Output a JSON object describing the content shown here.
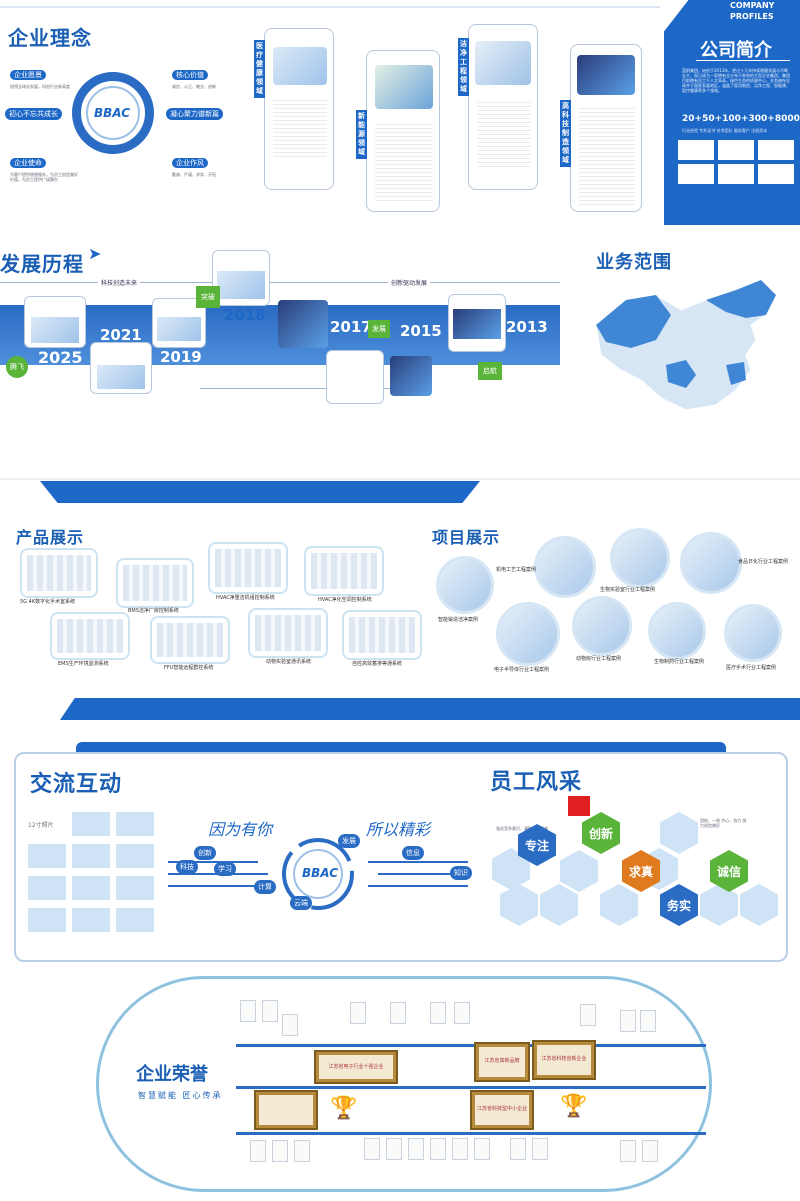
{
  "company": {
    "profile_en": "COMPANY PROFILES",
    "profile_title": "公司简介",
    "profile_text": "蓝帆集团，始创于2013年，经过十几年持续稳健发展与不断壮大，现已成为一家拥有全分布于各地的大型企业集团，集团目前拥有员工千人文革革，绿色生态的质量中心，业务遍布全球并于国家发展地区，涵盖了医用制造、洁净工程、智能建、医疗健康等多个领域。",
    "stats": [
      "20+",
      "50+",
      "100+",
      "300+",
      "8000+"
    ],
    "stat_labels": "行业经验  专利证书  技术团队  服务客户  注册资本"
  },
  "philosophy": {
    "title": "企业理念",
    "logo": "BBAC",
    "items": [
      {
        "title": "企业愿景",
        "text": "锐领全球化发展，科创行业新高度"
      },
      {
        "title": "核心价值",
        "text": "诚信、公正、敬业、创新"
      },
      {
        "title": "初心不忘共成长",
        "text": ""
      },
      {
        "title": "凝心聚力谱新篇",
        "text": ""
      },
      {
        "title": "企业使命",
        "text": "为客户提供便捷服务，为员工创造美好价值，为员工提供广阔舞台"
      },
      {
        "title": "企业作风",
        "text": "勤奋、严谨、求实、开拓"
      }
    ]
  },
  "domains": [
    {
      "tag": "医疗健康领域"
    },
    {
      "tag": "新能源领域"
    },
    {
      "tag": "洁净工程领域"
    },
    {
      "tag": "高科技制造领域"
    }
  ],
  "history": {
    "title": "发展历程",
    "label_future": "科技创造未来",
    "label_innovation": "创新驱动发展",
    "badges": [
      "腾飞",
      "突破",
      "发展",
      "启航"
    ],
    "years": [
      "2025",
      "2021",
      "2019",
      "2018",
      "2017",
      "2015",
      "2013"
    ]
  },
  "business": {
    "title": "业务范围"
  },
  "products": {
    "title": "产品展示",
    "items": [
      "5G 4K数字化手术室系统",
      "BMS洁净厂房控制系统",
      "HVAC净重洁机组控制系统",
      "HVAC净化空调控制系统",
      "EMS生产环境监测系统",
      "FFU智能远程群控系统",
      "动物实验室通讯系统",
      "自控高效蓄排等通系统"
    ]
  },
  "projects": {
    "title": "项目展示",
    "items": [
      "智能锻造洁净案例",
      "机电工艺工程案例",
      "生物实验室行业工程案例",
      "食品日化行业工程案例",
      "电子半导体行业工程案例",
      "动物房行业工程案例",
      "生物制药行业工程案例",
      "医疗手术行业工程案例"
    ]
  },
  "interaction": {
    "title": "交流互动",
    "photo_label": "12寸照片",
    "slogan_left": "因为有你",
    "slogan_right": "所以精彩",
    "logo": "BBAC",
    "nodes": [
      "科技",
      "创新",
      "学习",
      "计算",
      "云端",
      "发展",
      "信息",
      "知识"
    ]
  },
  "staff": {
    "title": "员工风采",
    "note_left": "强化竞争意识，凝聚团队精神",
    "note_right": "团结、一致 齐心、协力 努力创造美好",
    "hexes": [
      "专注",
      "创新",
      "求真",
      "诚信",
      "务实"
    ]
  },
  "honors": {
    "title": "企业荣誉",
    "subtitle": "智慧赋能 匠心传承",
    "plaques": [
      "江苏省电子行业十强企业",
      "江苏省高新品牌",
      "江苏省科技创新企业",
      "江苏省科技型中小企业"
    ]
  },
  "colors": {
    "primary": "#1a5fb4",
    "accent_green": "#5ab43a",
    "accent_orange": "#e07a1f",
    "accent_red": "#e02020"
  }
}
